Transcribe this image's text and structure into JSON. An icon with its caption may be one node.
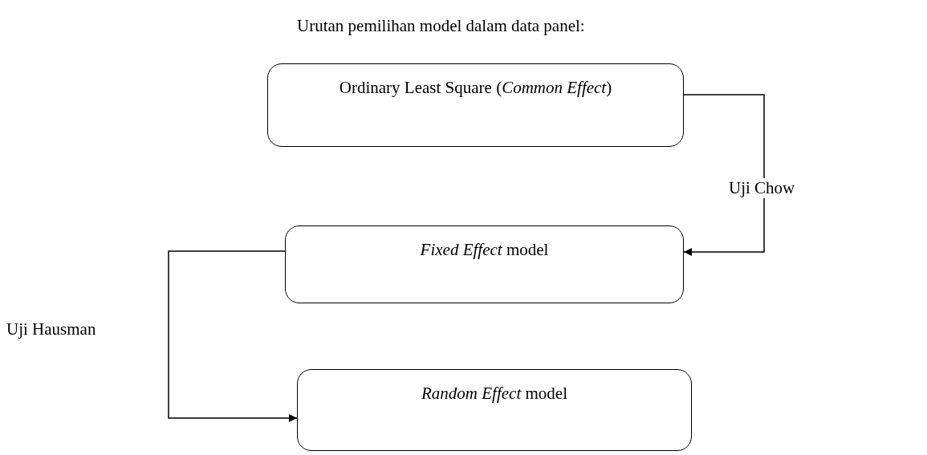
{
  "diagram": {
    "title": "Urutan pemilihan model dalam data panel:",
    "nodes": [
      {
        "text": [
          "Ordinary Least Square (*Common Effect*)"
        ]
      },
      {
        "text": [
          "*Fixed Effect* model"
        ]
      },
      {
        "text": [
          "*Random Effect* model"
        ]
      }
    ],
    "edges": [
      {
        "from": 0,
        "to": 1,
        "arrow": "to",
        "label": "Uji Chow"
      },
      {
        "from": 1,
        "to": 2,
        "arrow": "to",
        "label": "Uji Hausman"
      }
    ]
  }
}
